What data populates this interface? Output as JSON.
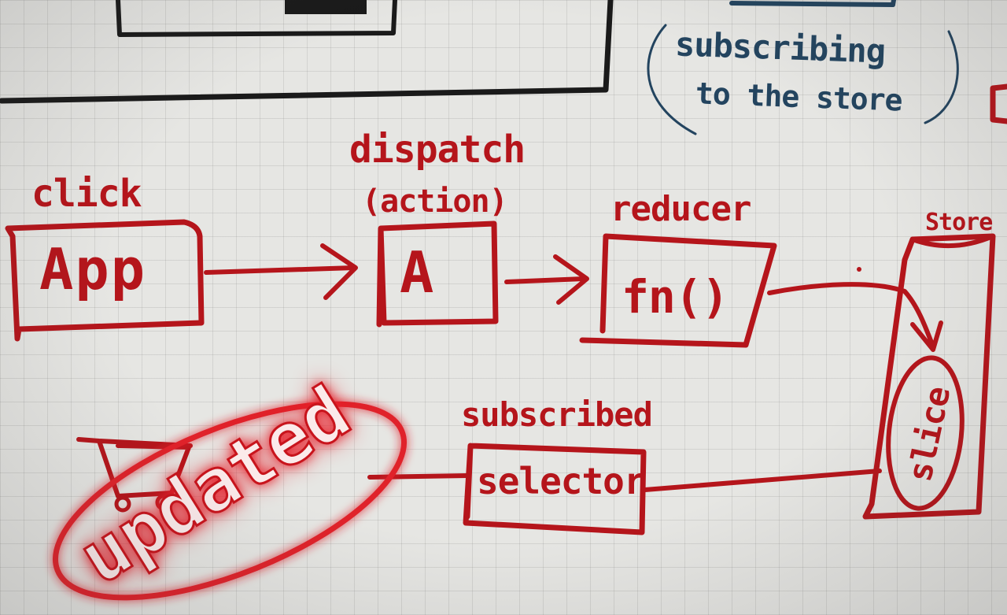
{
  "colors": {
    "ink_red": "#b5151b",
    "ink_blue": "#23445f",
    "ink_black": "#1a1a1a",
    "paper": "#e6e6e3"
  },
  "note": {
    "line1": "subscribing",
    "line2": "to the store"
  },
  "labels": {
    "click": "click",
    "dispatch": "dispatch",
    "action": "(action)",
    "reducer": "reducer",
    "store": "Store",
    "subscribed": "subscribed",
    "updated": "updated"
  },
  "boxes": {
    "app": "App",
    "action_box": "A",
    "reducer_fn": "fn()",
    "selector": "selector",
    "slice": "slice"
  }
}
